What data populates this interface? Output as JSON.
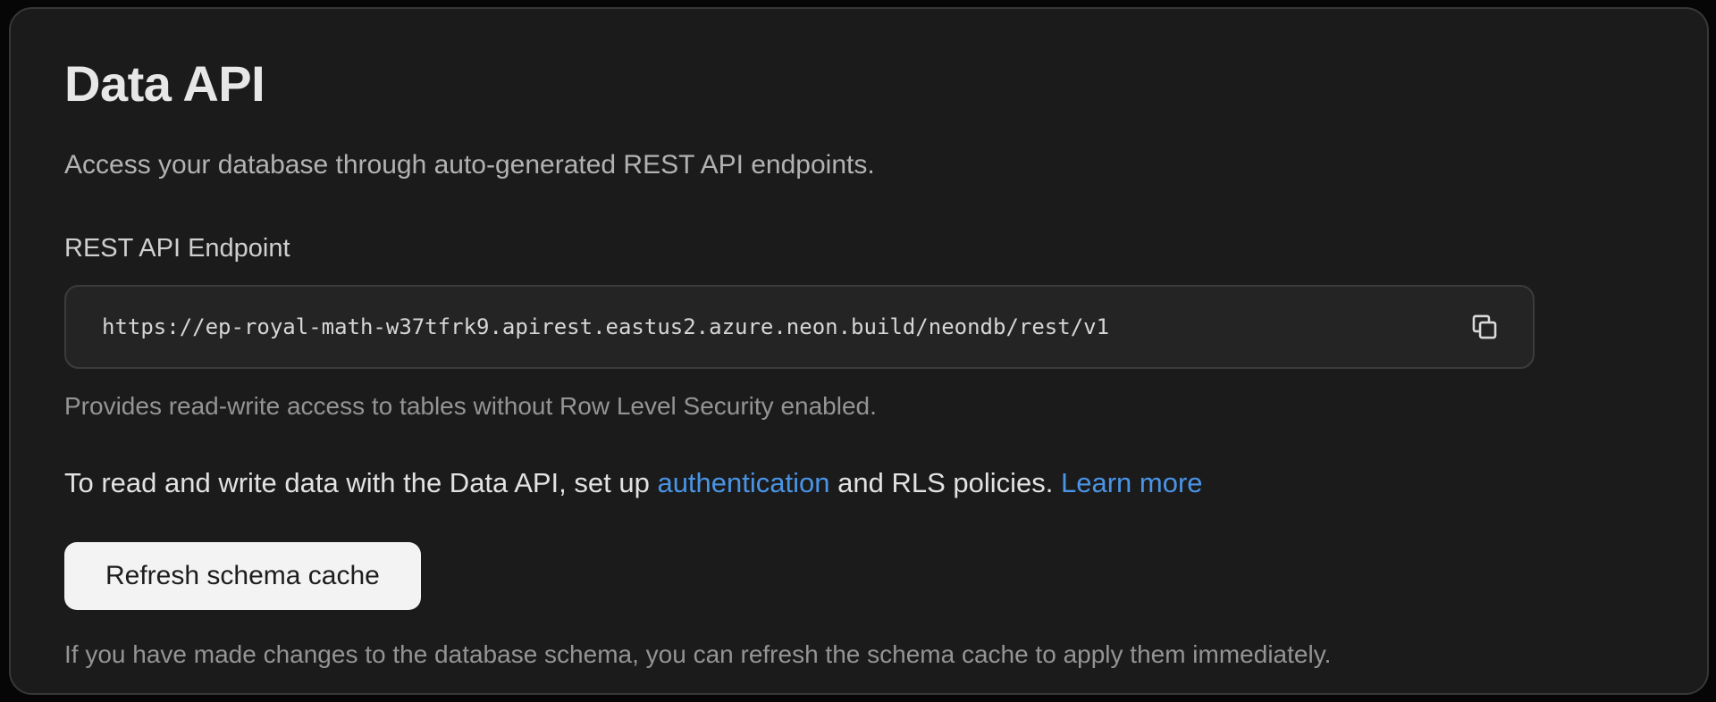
{
  "colors": {
    "link_blue": "#4a94e6",
    "panel_bg": "#1b1b1b",
    "box_bg": "#242424",
    "button_bg": "#f3f3f3"
  },
  "panel": {
    "title": "Data API",
    "description": "Access your database through auto-generated REST API endpoints.",
    "endpoint": {
      "label": "REST API Endpoint",
      "url": "https://ep-royal-math-w37tfrk9.apirest.eastus2.azure.neon.build/neondb/rest/v1",
      "copy_icon": "copy-icon",
      "helper": "Provides read-write access to tables without Row Level Security enabled."
    },
    "auth_note": {
      "before": "To read and write data with the Data API, set up ",
      "auth_link": "authentication",
      "middle": " and RLS policies. ",
      "learn_more_link": "Learn more"
    },
    "refresh": {
      "button_label": "Refresh schema cache",
      "helper": "If you have made changes to the database schema, you can refresh the schema cache to apply them immediately."
    }
  }
}
